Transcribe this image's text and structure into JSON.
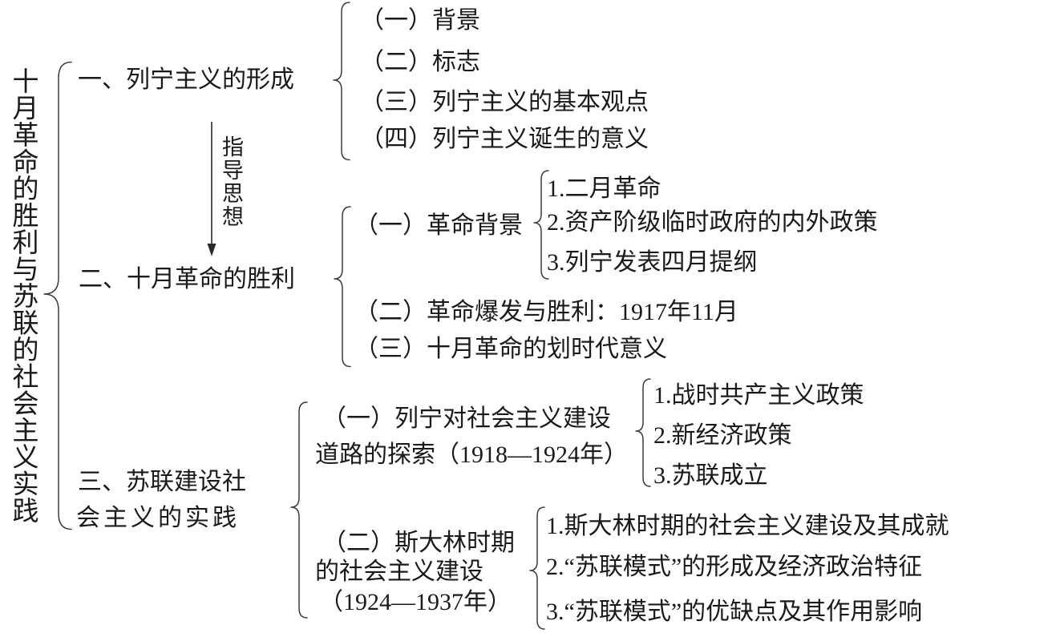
{
  "title": "十月革命的胜利与苏联的社会主义实践",
  "arrow": {
    "label": "指导思想"
  },
  "sections": {
    "one": {
      "title": "一、列宁主义的形成",
      "items": [
        "（一）背景",
        "（二）标志",
        "（三）列宁主义的基本观点",
        "（四）列宁主义诞生的意义"
      ]
    },
    "two": {
      "title": "二、十月革命的胜利",
      "background": {
        "title": "（一）革命背景",
        "items": [
          "1.二月革命",
          "2.资产阶级临时政府的内外政策",
          "3.列宁发表四月提纲"
        ]
      },
      "outbreak": "（二）革命爆发与胜利：1917年11月",
      "significance": "（三）十月革命的划时代意义"
    },
    "three": {
      "title_line1": "三、苏联建设社",
      "title_line2": "会主义的实践",
      "lenin": {
        "title_line1": "（一）列宁对社会主义建设",
        "title_line2": "道路的探索（1918—1924年）",
        "items": [
          "1.战时共产主义政策",
          "2.新经济政策",
          "3.苏联成立"
        ]
      },
      "stalin": {
        "title_line1": "（二）斯大林时期",
        "title_line2": "的社会主义建设",
        "title_line3": "（1924—1937年）",
        "items": [
          "1.斯大林时期的社会主义建设及其成就",
          "2.“苏联模式”的形成及经济政治特征",
          "3.“苏联模式”的优缺点及其作用影响"
        ]
      }
    }
  },
  "colors": {
    "ink": "#1a1a1a",
    "line": "#3c3c3c",
    "background": "#ffffff"
  }
}
